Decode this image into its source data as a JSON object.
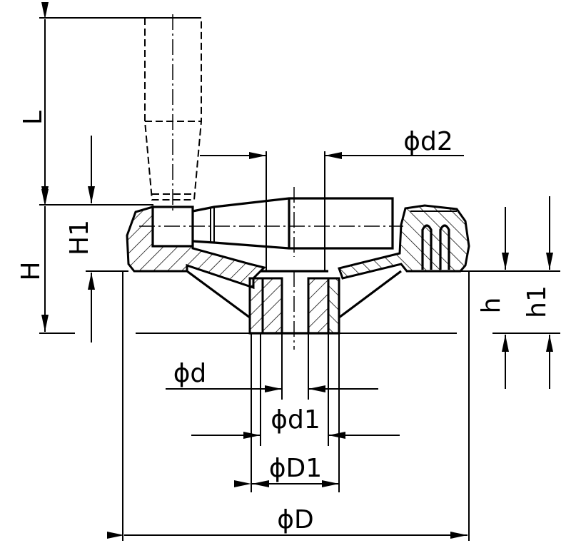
{
  "title": "Handwheel with revolving handle - dimension drawing",
  "labels": {
    "L": "L",
    "H1": "H1",
    "H": "H",
    "d2": "ϕd2",
    "h": "h",
    "h1": "h1",
    "d": "ϕd",
    "d1": "ϕd1",
    "D1": "ϕD1",
    "D": "ϕD"
  }
}
